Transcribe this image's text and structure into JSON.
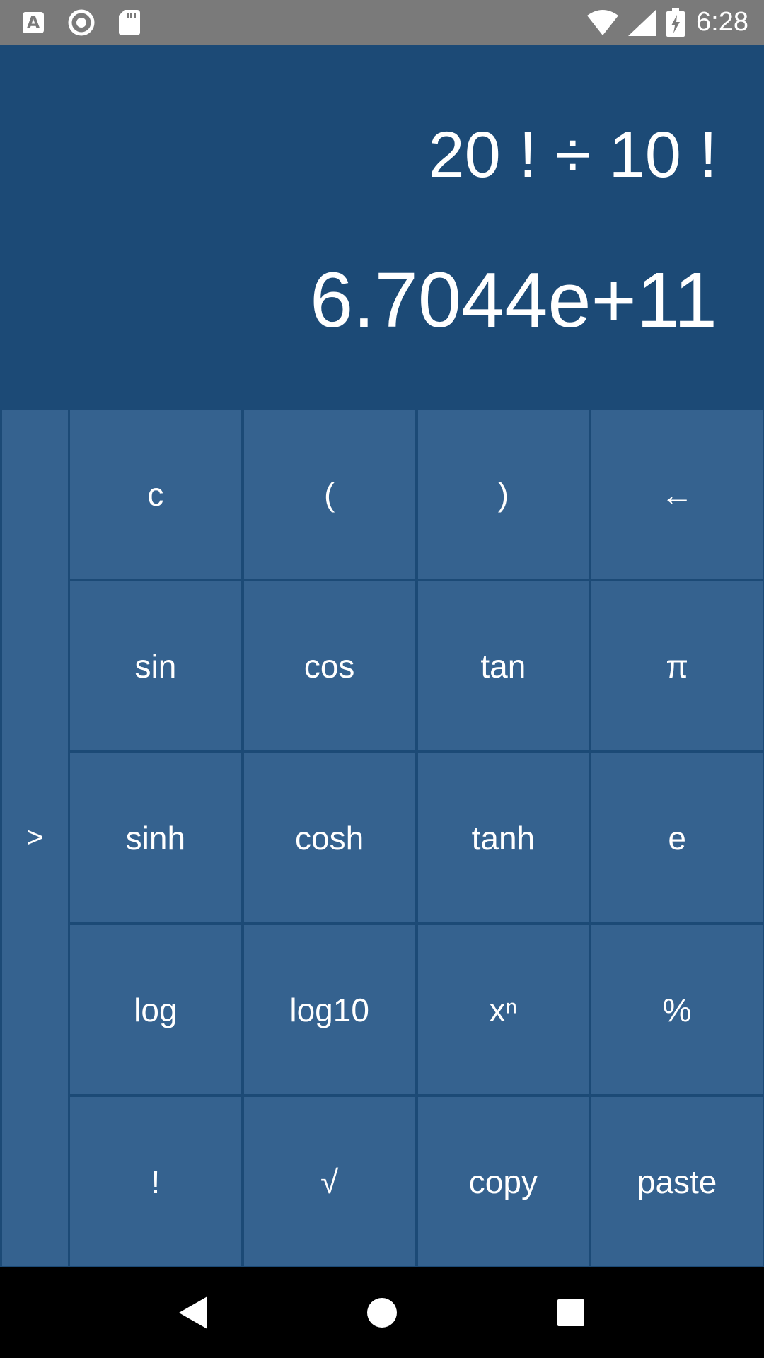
{
  "status_bar": {
    "time": "6:28",
    "left_icons": [
      "a-notification-icon",
      "record-icon",
      "sd-card-icon"
    ],
    "right_icons": [
      "wifi-icon",
      "signal-icon",
      "battery-charging-icon"
    ],
    "a_icon_letter": "A"
  },
  "display": {
    "expression": "20 ! ÷ 10 !",
    "result": "6.7044e+11"
  },
  "keypad": {
    "side_toggle": ">",
    "keys": [
      "c",
      "(",
      ")",
      "←",
      "sin",
      "cos",
      "tan",
      "π",
      "sinh",
      "cosh",
      "tanh",
      "e",
      "log",
      "log10",
      "xⁿ",
      "%",
      "!",
      "√",
      "copy",
      "paste"
    ]
  },
  "colors": {
    "background": "#1c4a76",
    "key": "#35628f",
    "status_bar": "#7a7a7a",
    "nav_bar": "#000000",
    "text": "#ffffff"
  },
  "nav_bar": {
    "icons": [
      "back-icon",
      "home-icon",
      "recents-icon"
    ]
  }
}
